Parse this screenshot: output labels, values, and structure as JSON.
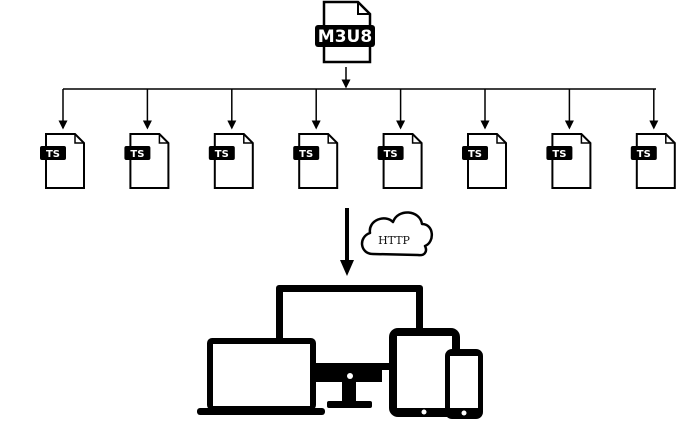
{
  "playlist": {
    "label": "M3U8"
  },
  "segments": [
    {
      "label": "TS"
    },
    {
      "label": "TS"
    },
    {
      "label": "TS"
    },
    {
      "label": "TS"
    },
    {
      "label": "TS"
    },
    {
      "label": "TS"
    },
    {
      "label": "TS"
    },
    {
      "label": "TS"
    }
  ],
  "transport": {
    "label": "HTTP"
  },
  "devices": [
    "laptop",
    "monitor",
    "tablet",
    "phone"
  ],
  "icons": [
    "file-icon",
    "cloud-icon",
    "laptop-icon",
    "monitor-icon",
    "tablet-icon",
    "phone-icon"
  ],
  "colors": {
    "ink": "#000000",
    "background": "#ffffff"
  }
}
